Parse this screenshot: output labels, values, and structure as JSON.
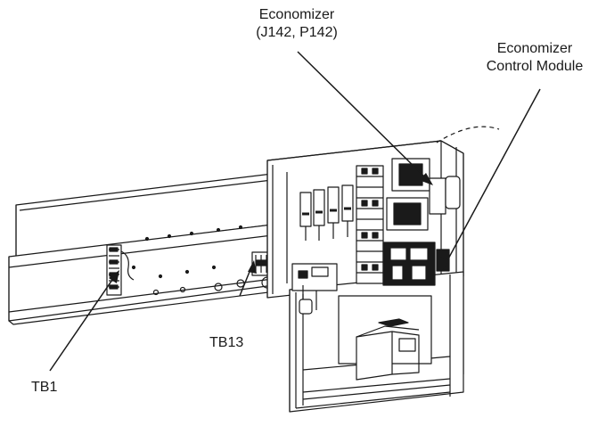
{
  "labels": {
    "economizer_line1": "Economizer",
    "economizer_line2": "(J142, P142)",
    "control_module_line1": "Economizer",
    "control_module_line2": "Control Module",
    "tb13": "TB13",
    "tb1": "TB1"
  },
  "colors": {
    "line": "#1a1a1a",
    "background": "#ffffff"
  }
}
